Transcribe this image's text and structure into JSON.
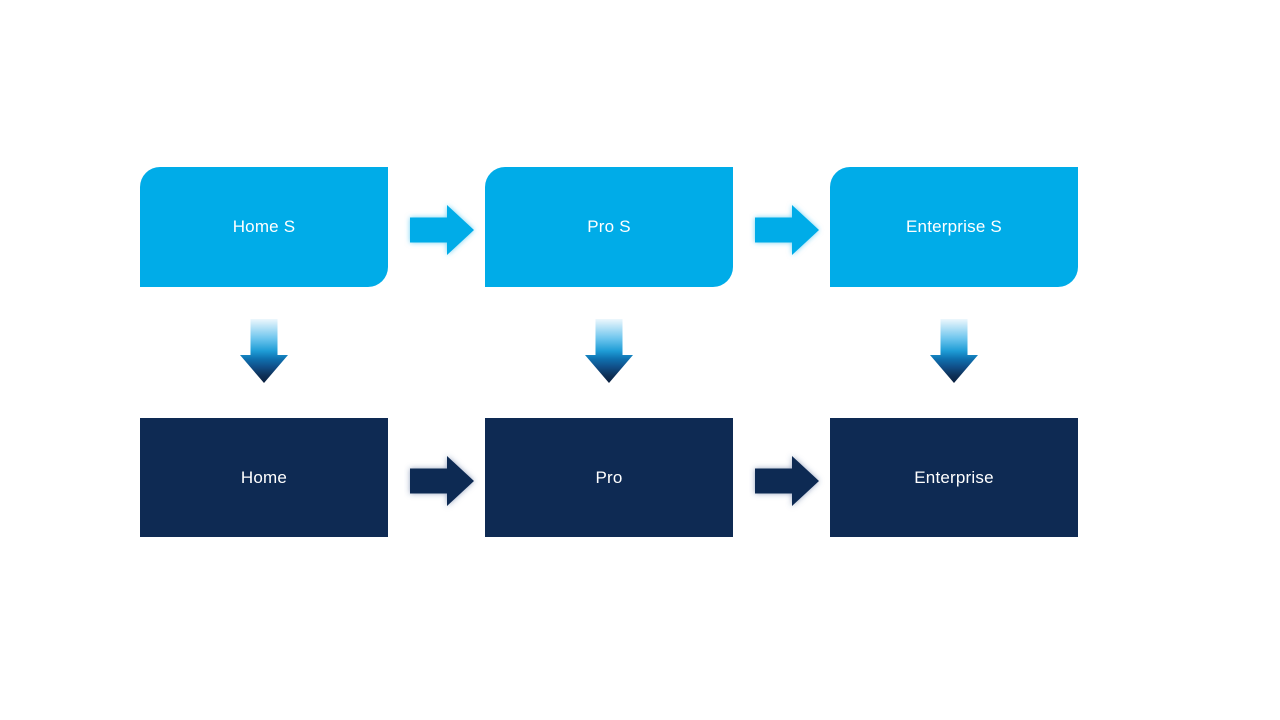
{
  "colors": {
    "background": "#FFFFFF",
    "top_box_fill": "#00ACE8",
    "bottom_box_fill": "#0E2A53",
    "box_text": "#FFFFFF",
    "down_arrow_gradient_top": "#EDF7FD",
    "down_arrow_gradient_bottom": "#0A1F3E"
  },
  "diagram": {
    "top_row": [
      {
        "label": "Home S"
      },
      {
        "label": "Pro S"
      },
      {
        "label": "Enterprise S"
      }
    ],
    "bottom_row": [
      {
        "label": "Home"
      },
      {
        "label": "Pro"
      },
      {
        "label": "Enterprise"
      }
    ]
  }
}
